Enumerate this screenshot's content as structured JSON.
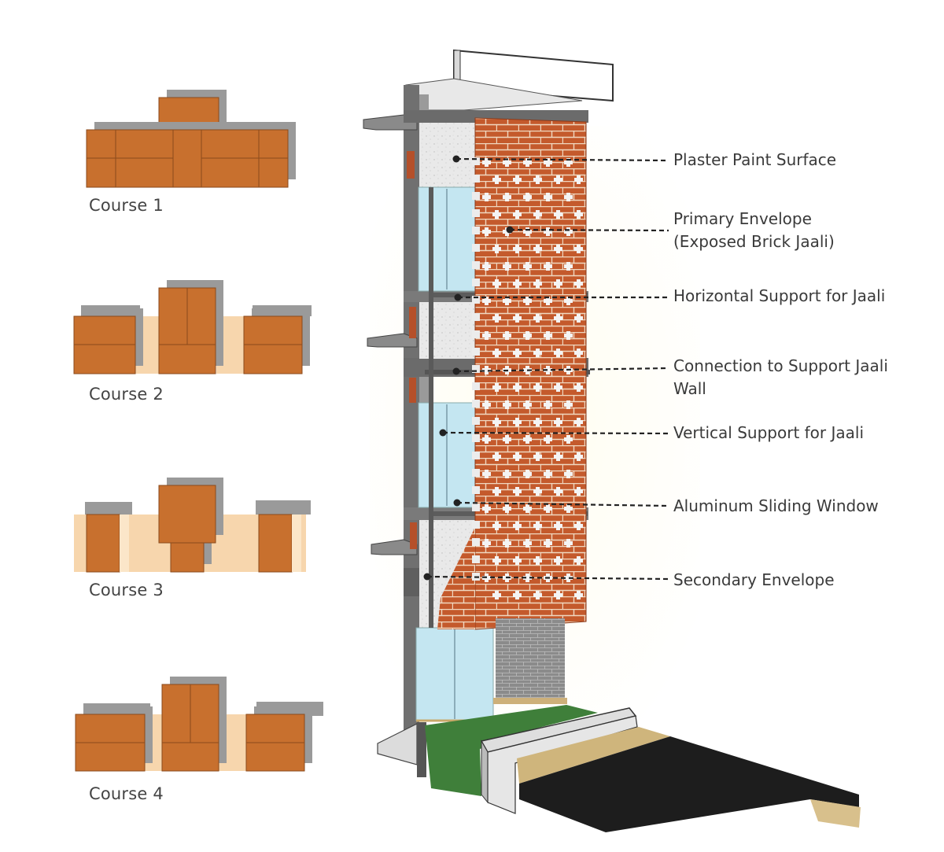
{
  "courses": [
    {
      "label": "Course 1"
    },
    {
      "label": "Course 2"
    },
    {
      "label": "Course 3"
    },
    {
      "label": "Course 4"
    }
  ],
  "callouts": [
    {
      "lines": [
        "Plaster Paint Surface"
      ]
    },
    {
      "lines": [
        "Primary Envelope",
        "(Exposed Brick Jaali)"
      ]
    },
    {
      "lines": [
        "Horizontal Support for Jaali"
      ]
    },
    {
      "lines": [
        "Connection to Support Jaali",
        "Wall"
      ]
    },
    {
      "lines": [
        "Vertical Support for Jaali"
      ]
    },
    {
      "lines": [
        "Aluminum Sliding Window"
      ]
    },
    {
      "lines": [
        "Secondary Envelope"
      ]
    }
  ],
  "colors": {
    "brick": "#c8702e",
    "brick_dark": "#8a4a1c",
    "mortar_light": "#f7d6ad",
    "shadow": "#9a9a9a",
    "glass": "#bfe3ef",
    "concrete": "#6d6d6d",
    "grass": "#3f7a3a",
    "road": "#1e1e1e",
    "sand": "#cbb07a",
    "grey_brick": "#8e8e8e",
    "leader": "#222222"
  }
}
